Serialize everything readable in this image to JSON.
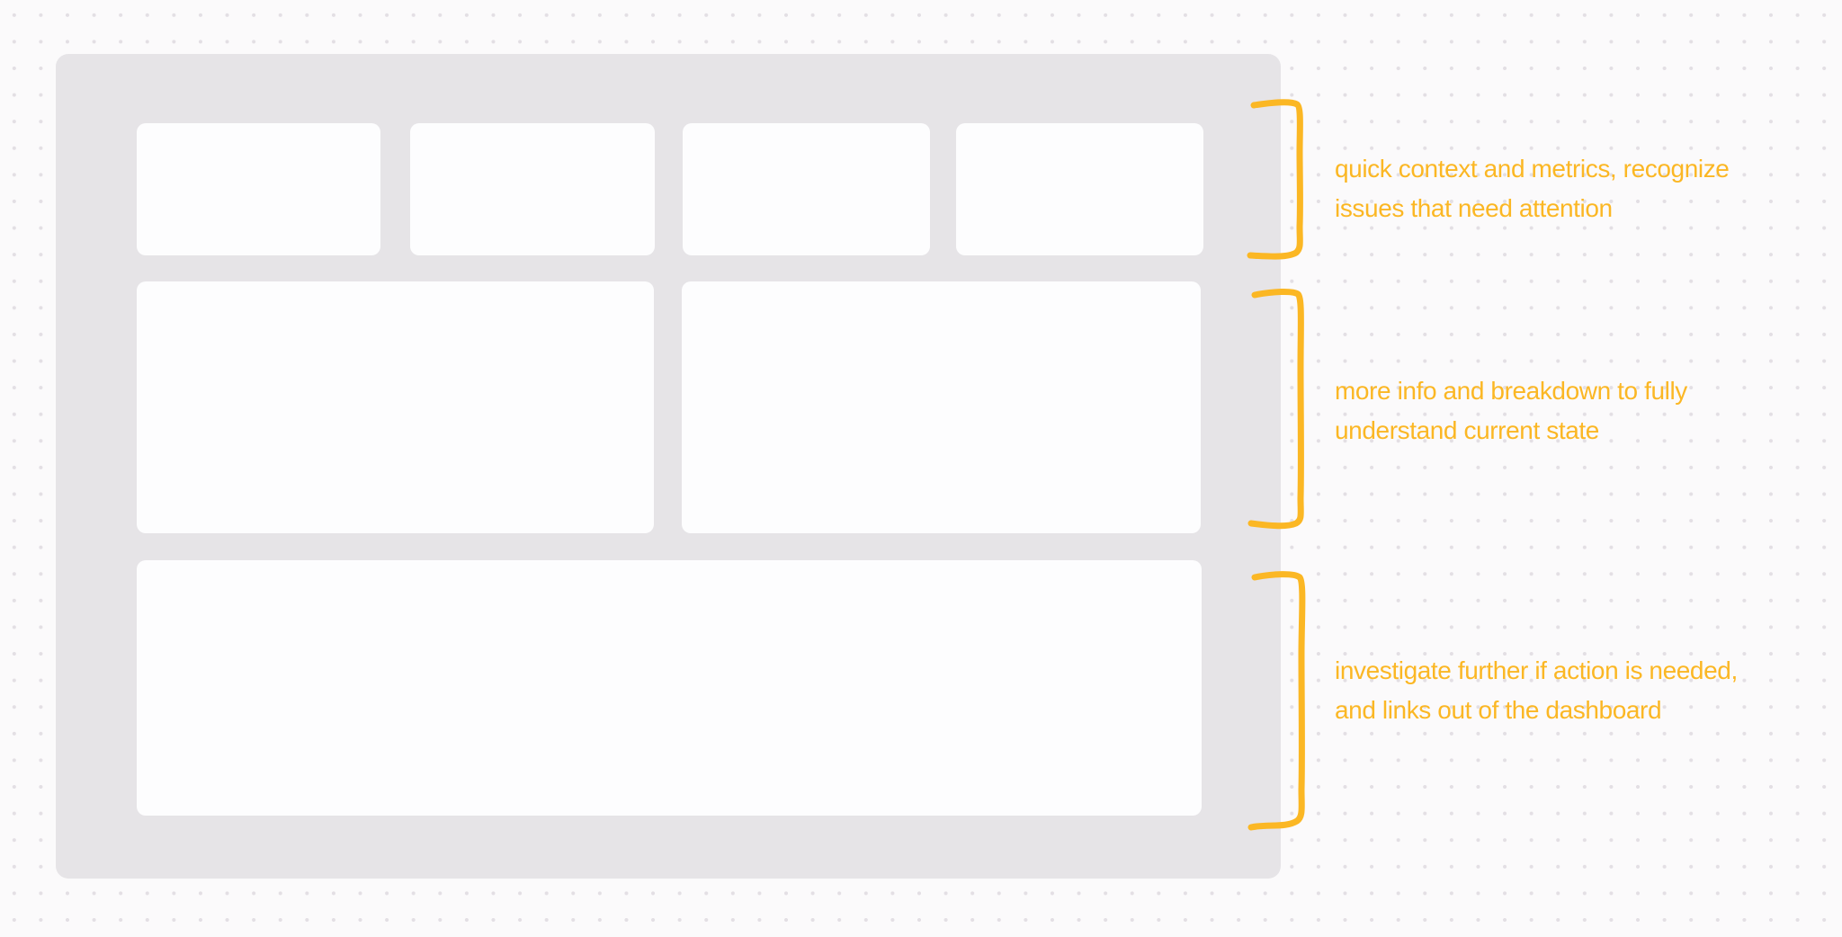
{
  "diagram": {
    "type": "dashboard-wireframe-annotation",
    "colors": {
      "background": "#FBFAFB",
      "dot": "#E3DFE4",
      "frame": "#E6E4E7",
      "card": "#FDFDFE",
      "accent": "#FBB724"
    },
    "frame": {
      "rows": [
        {
          "name": "top-metrics-row",
          "card_count": 4
        },
        {
          "name": "middle-breakdown-row",
          "card_count": 2
        },
        {
          "name": "bottom-detail-row",
          "card_count": 1
        }
      ]
    },
    "annotations": [
      {
        "lines": [
          "quick context and metrics, recognize",
          "issues that need attention"
        ]
      },
      {
        "lines": [
          "more info and breakdown to fully",
          "understand current state"
        ]
      },
      {
        "lines": [
          "investigate further if action is needed,",
          "and links out of the dashboard"
        ]
      }
    ]
  }
}
